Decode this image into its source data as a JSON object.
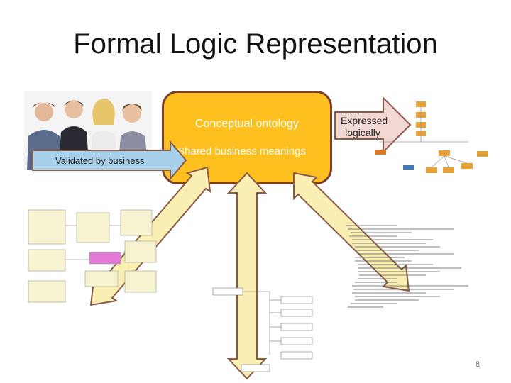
{
  "slide": {
    "title": "Formal Logic Representation",
    "page_number": "8"
  },
  "center": {
    "title": "Conceptual ontology",
    "subtitle": "Shared business meanings"
  },
  "left_arrow": {
    "label": "Validated by business"
  },
  "right_arrow": {
    "label_line1": "Expressed",
    "label_line2": "logically"
  },
  "colors": {
    "ontology_fill": "#fdc01e",
    "ontology_border": "#7a3f33",
    "arrow_fill": "#a8d0ea",
    "arrow_border": "#8a5a48",
    "right_arrow_fill": "#f2d8d4"
  }
}
